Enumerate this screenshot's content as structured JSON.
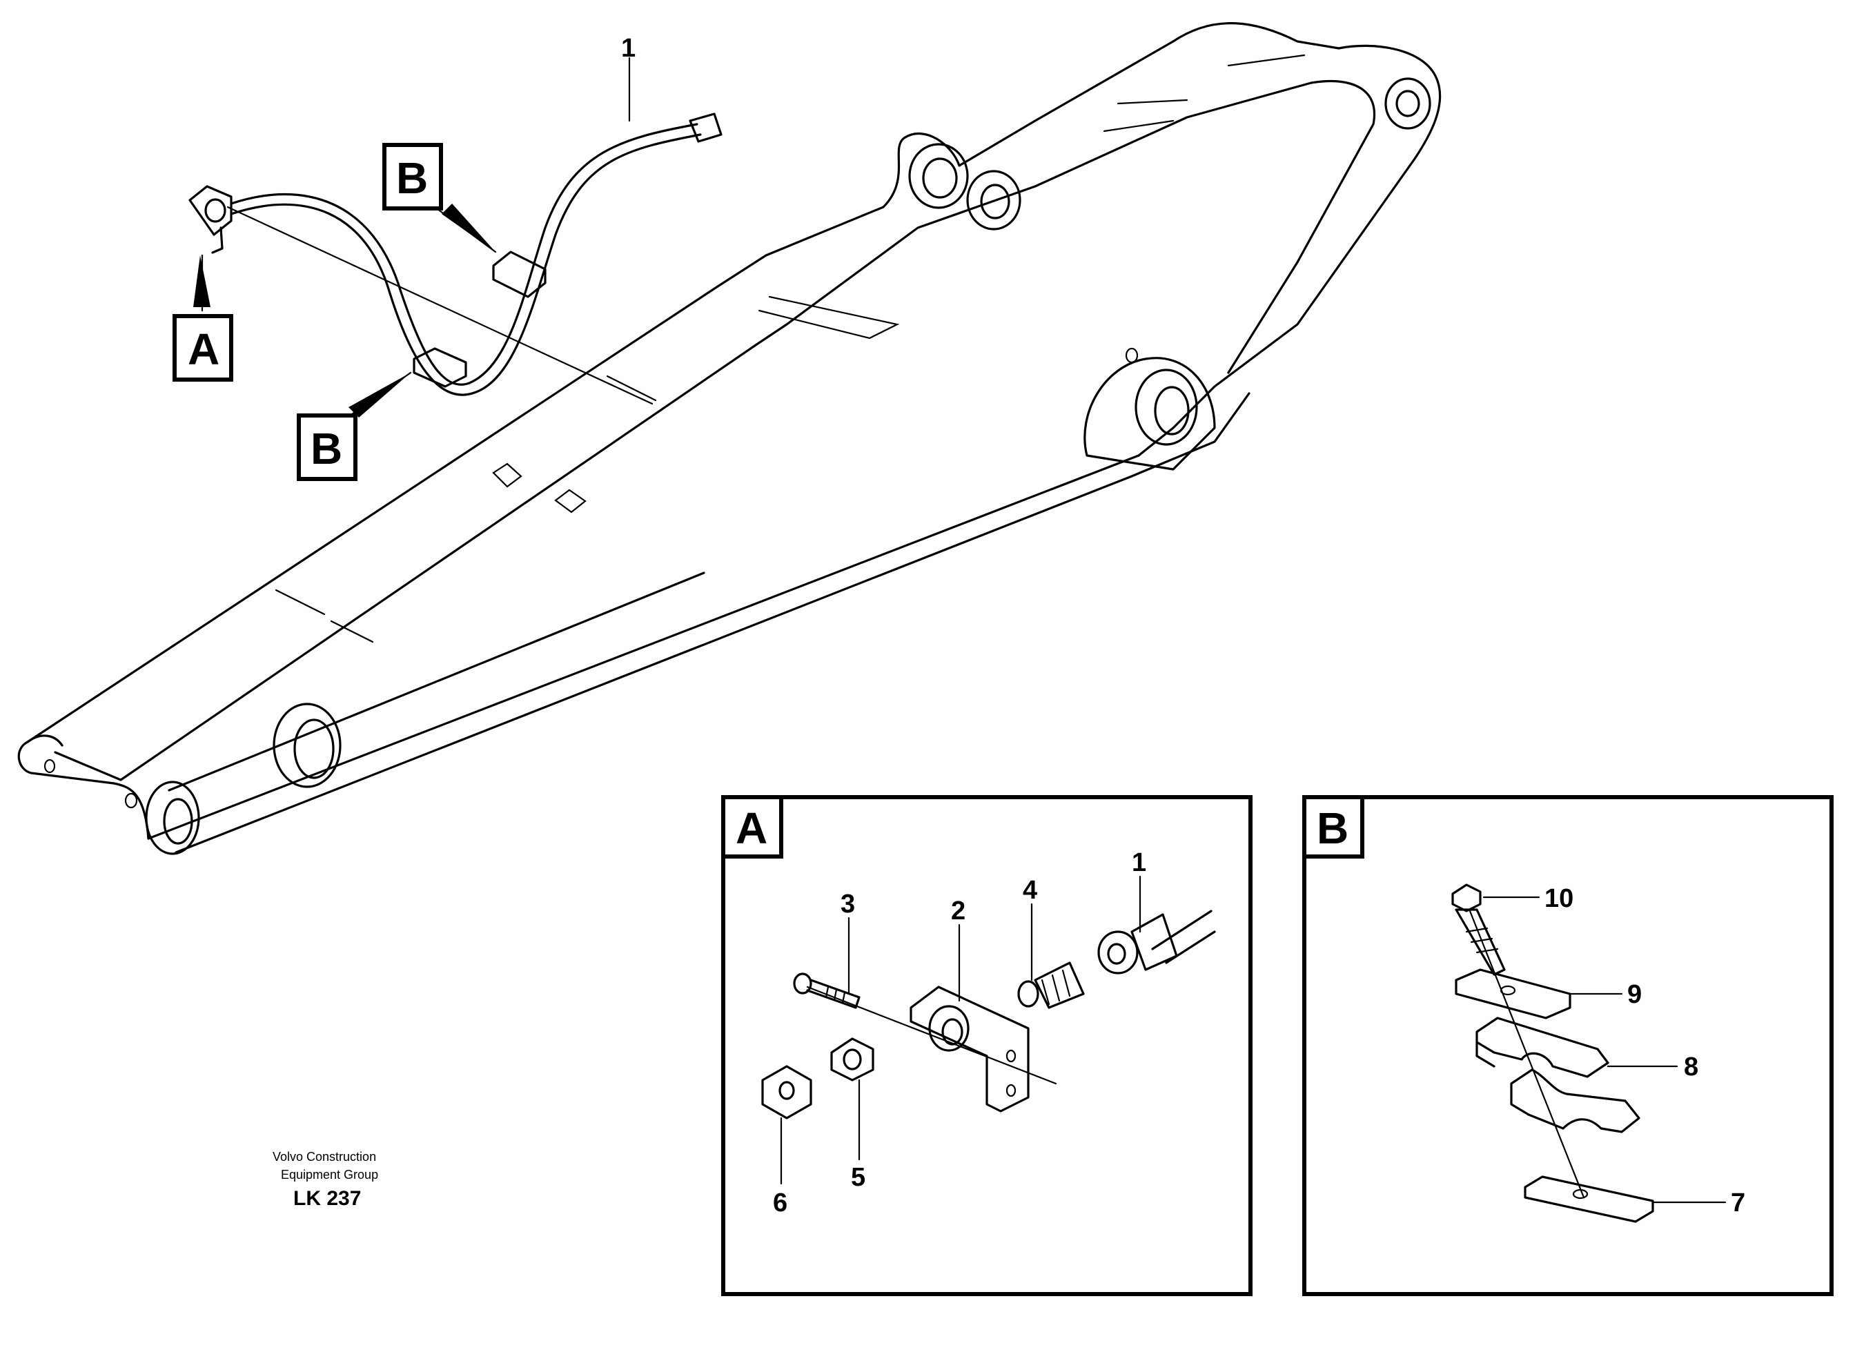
{
  "callouts": {
    "main_hose": "1",
    "a_hose": "1",
    "a_bracket": "2",
    "a_screw": "3",
    "a_nipple": "4",
    "a_washer_nut": "5",
    "a_nut": "6",
    "b_plate": "7",
    "b_clamp": "8",
    "b_cover": "9",
    "b_screw": "10"
  },
  "references": {
    "a_main": "A",
    "b_main_upper": "B",
    "b_main_lower": "B",
    "detail_a_title": "A",
    "detail_b_title": "B"
  },
  "footer": {
    "company_line1": "Volvo Construction",
    "company_line2": "Equipment Group",
    "code": "LK 237"
  }
}
